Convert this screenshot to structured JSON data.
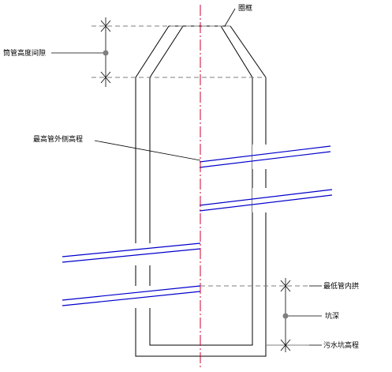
{
  "labels": {
    "top_ring": "圈框",
    "gap_height": "筒管高度间隙",
    "highest_outer": "最高管外侧高程",
    "lowest_invert": "最低管内拱",
    "pit_depth": "坑深",
    "sewer_pit": "污水坑高程"
  },
  "colors": {
    "structure": "#000000",
    "pipe": "#0000cc",
    "centerline": "#cc0033",
    "dashed": "#7f7f7f",
    "dot": "#7f7f7f"
  }
}
